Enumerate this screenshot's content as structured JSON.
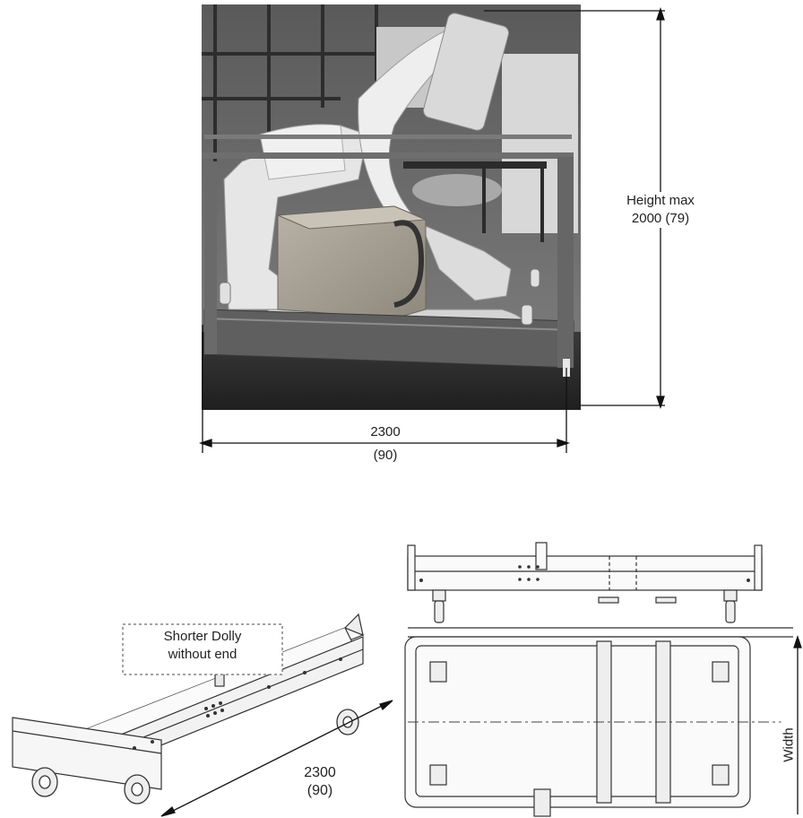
{
  "photo": {
    "height_label_line1": "Height max",
    "height_label_line2": "2000 (79)",
    "length_label_line1": "2300",
    "length_label_line2": "(90)"
  },
  "iso_drawing": {
    "callout_line1": "Shorter Dolly",
    "callout_line2": "without end",
    "length_label_line1": "2300",
    "length_label_line2": "(90)"
  },
  "top_view": {
    "width_label": "Width"
  }
}
